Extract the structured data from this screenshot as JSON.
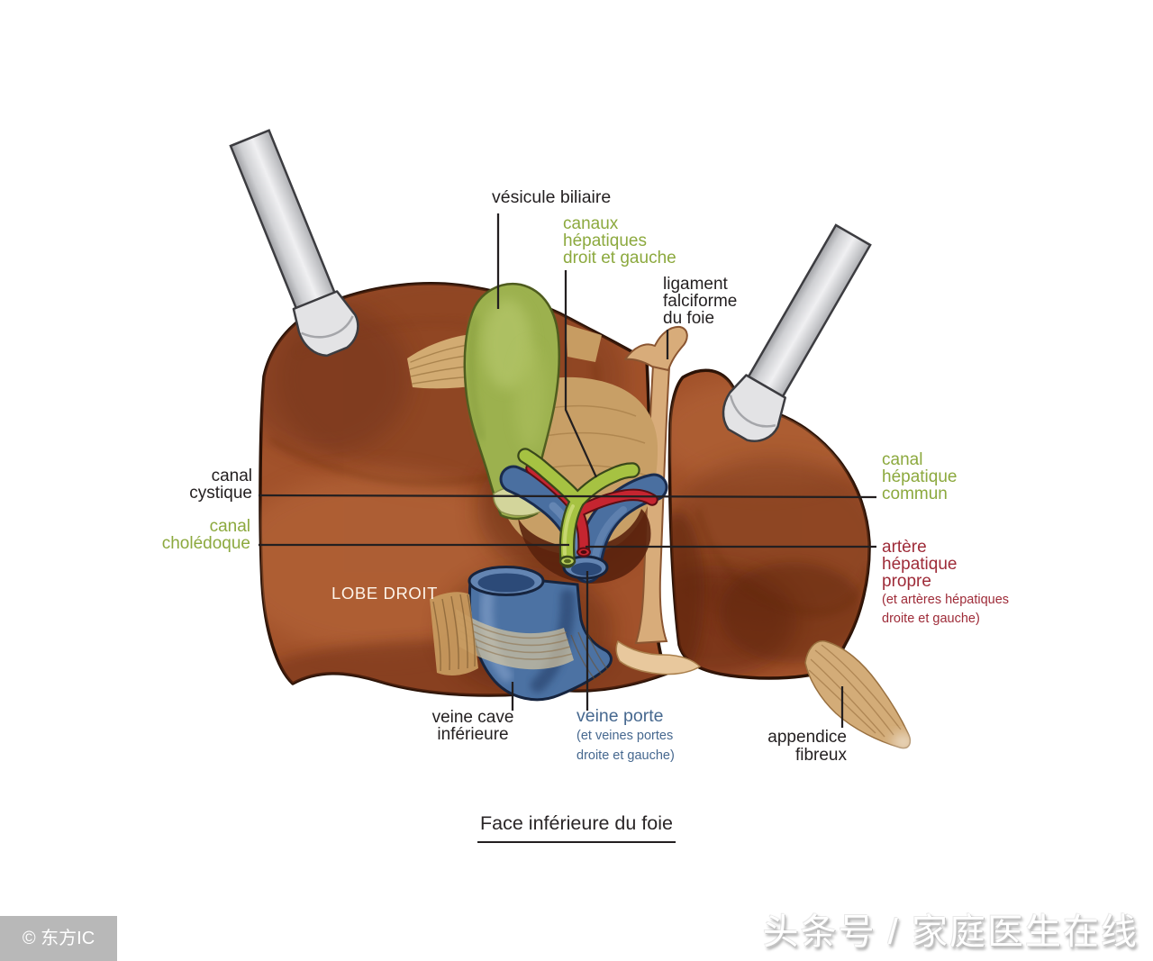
{
  "diagram": {
    "title": "Face inférieure du foie",
    "labels": {
      "vesicule_biliaire": {
        "text": "vésicule biliaire"
      },
      "canaux_hepatiques": {
        "line1": "canaux",
        "line2": "hépatiques",
        "line3": "droit et gauche"
      },
      "ligament_falciforme": {
        "line1": "ligament",
        "line2": "falciforme",
        "line3": "du foie"
      },
      "canal_cystique": {
        "line1": "canal",
        "line2": "cystique"
      },
      "canal_choledoque": {
        "line1": "canal",
        "line2": "cholédoque"
      },
      "lobe_droit": {
        "text": "LOBE DROIT"
      },
      "canal_hepatique_commun": {
        "line1": "canal",
        "line2": "hépatique",
        "line3": "commun"
      },
      "artere_hepatique": {
        "line1": "artère",
        "line2": "hépatique",
        "line3": "propre",
        "sub1": "(et artères hépatiques",
        "sub2": "droite et gauche)"
      },
      "veine_cave": {
        "line1": "veine cave",
        "line2": "inférieure"
      },
      "veine_porte": {
        "main": "veine porte",
        "sub1": "(et veines portes",
        "sub2": "droite et gauche)"
      },
      "appendice_fibreux": {
        "line1": "appendice",
        "line2": "fibreux"
      }
    },
    "colors": {
      "label_black": "#231f20",
      "label_green": "#8ca93e",
      "label_red": "#9e2b38",
      "label_blue": "#46688f",
      "liver": "#a2522b",
      "liver_outline": "#2a1206",
      "gallbladder_green": "#9cb14e",
      "vein_blue": "#4a6fa0",
      "artery_red": "#c52530",
      "bile_duct_green": "#a6c242",
      "ligament_tan": "#d8ac7a",
      "retractor_gray": "#d2d3d6"
    }
  },
  "watermarks": {
    "source": "© 东方IC",
    "brand": "头条号 / 家庭医生在线"
  }
}
